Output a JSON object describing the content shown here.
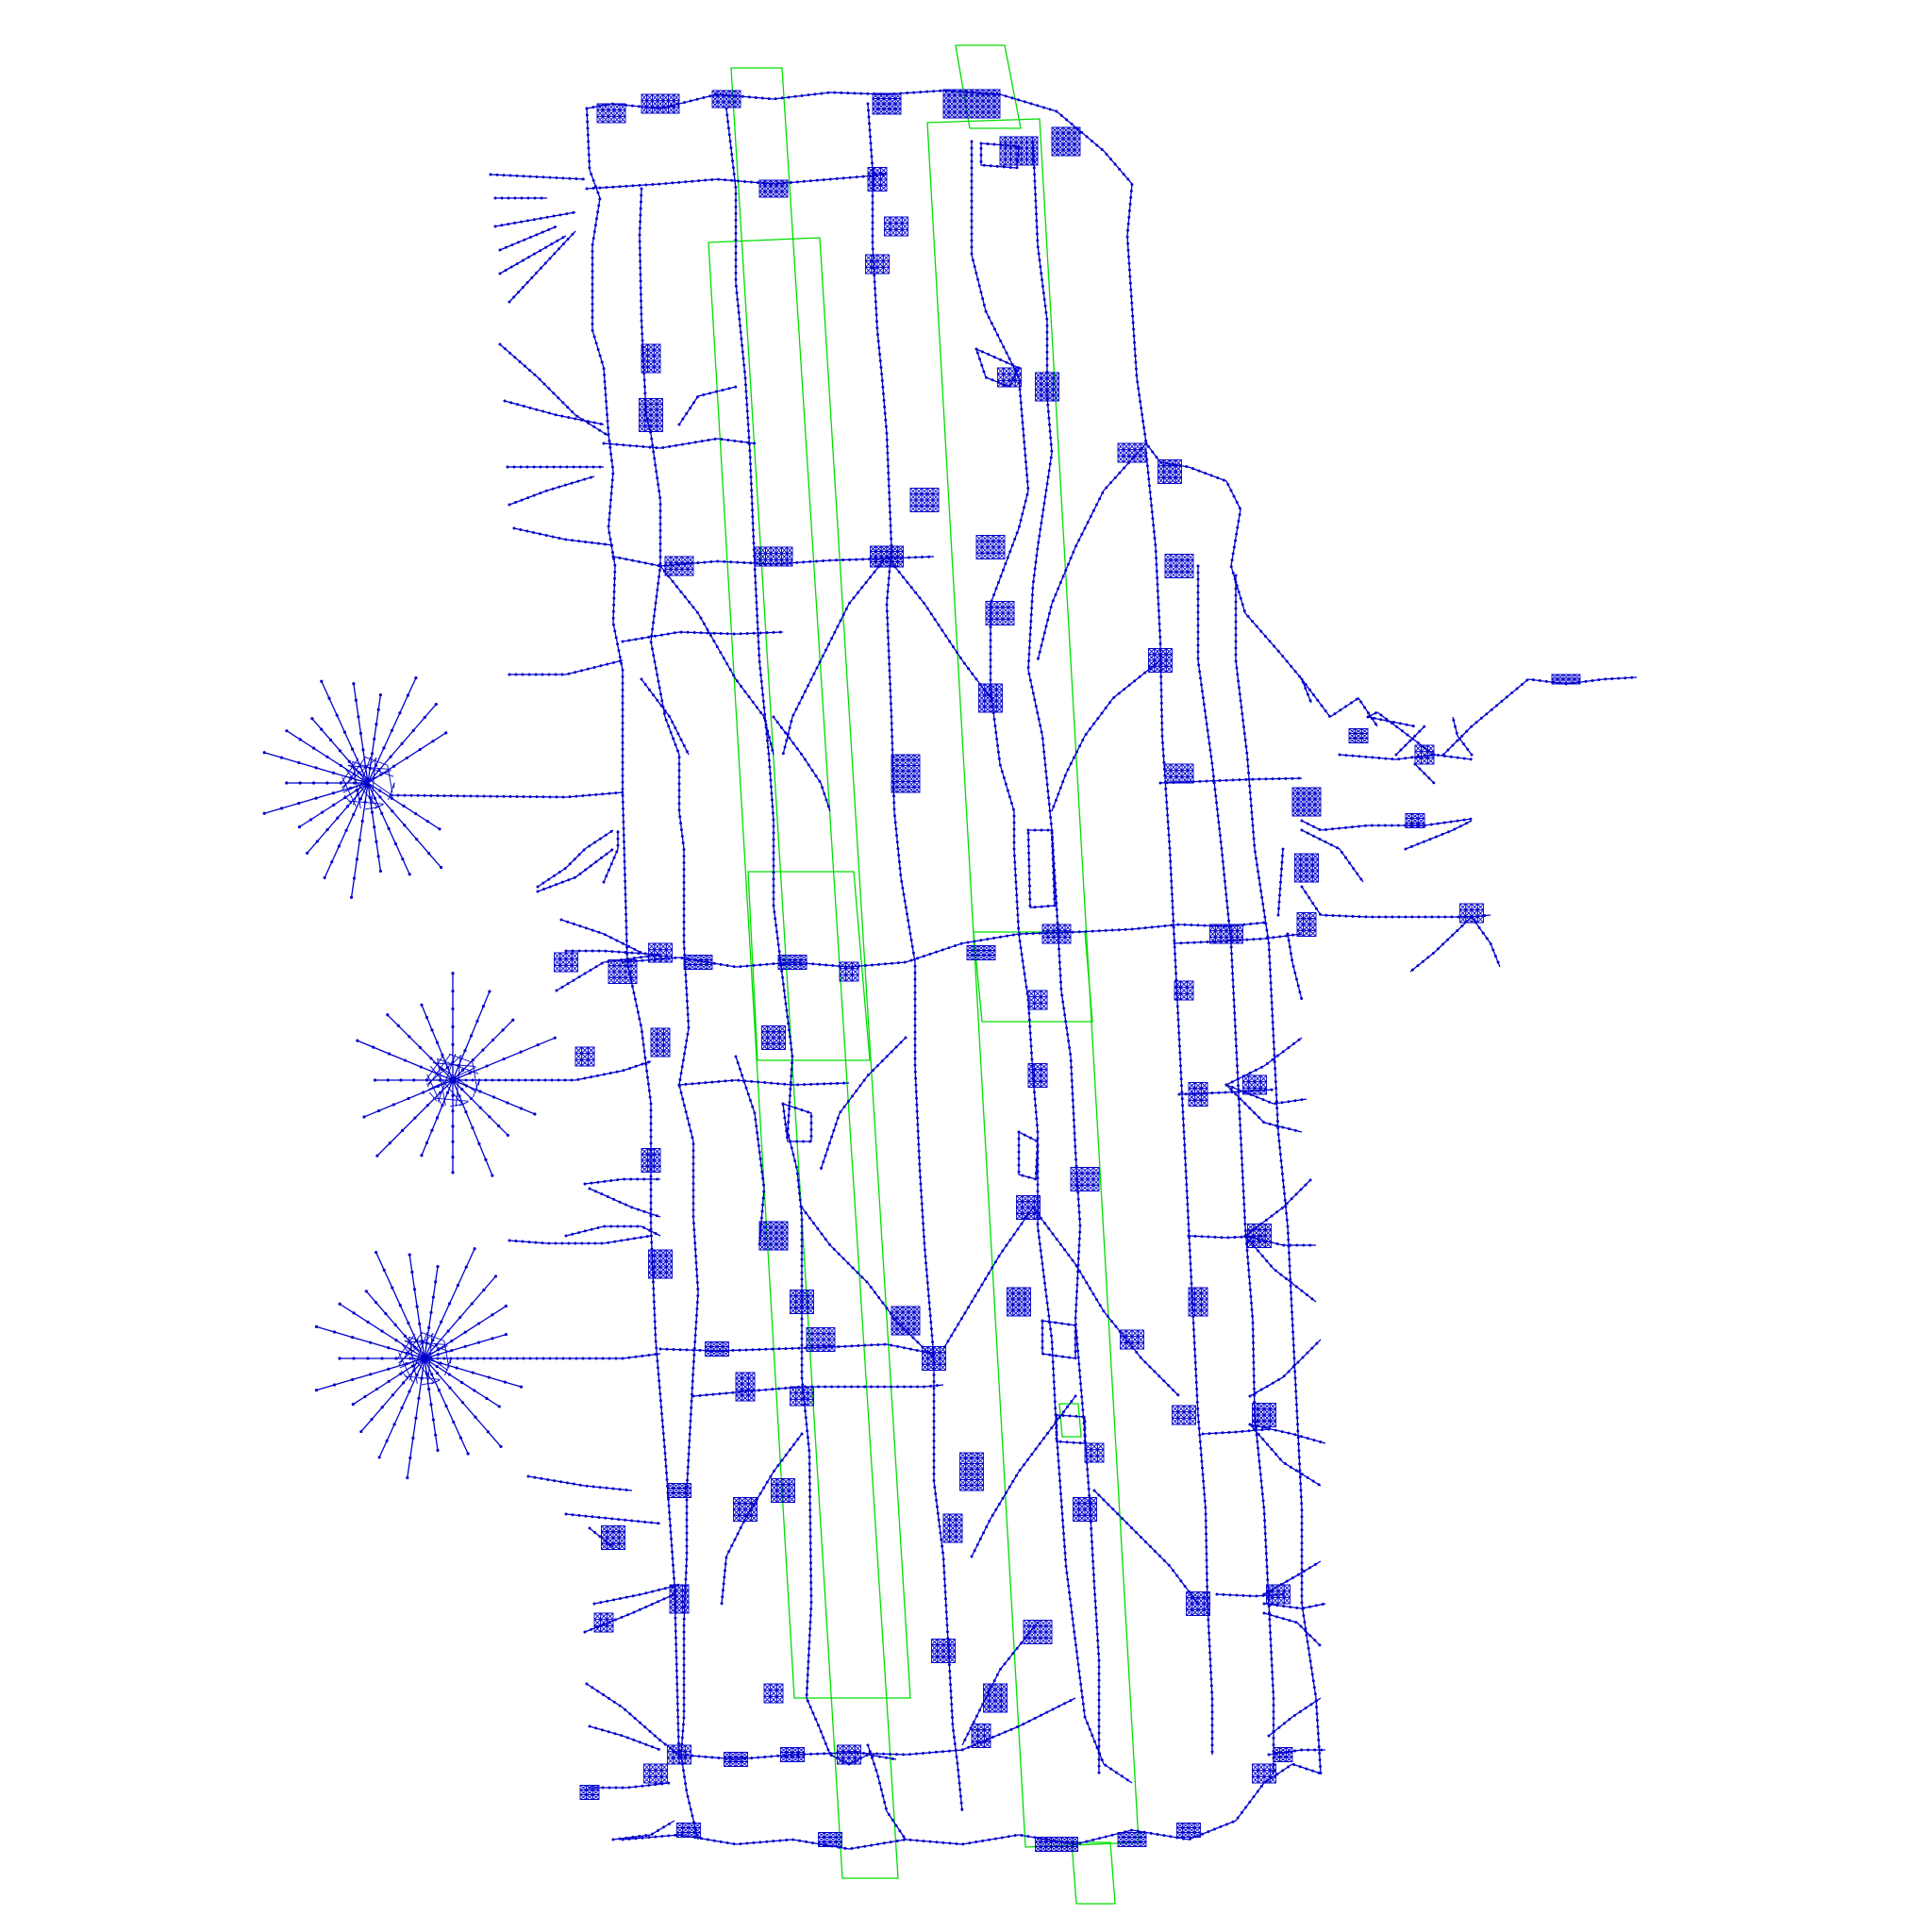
{
  "colors": {
    "background": "#ffffff",
    "graph_edges": "#0000cc",
    "zone_boxes": "#00dd00"
  },
  "description_semantics": {
    "figure": "roadmap-graph",
    "edge_icon": "graph-edge-line",
    "node_icon": "graph-node-dot",
    "zone_icon": "green-rectangle-outline"
  }
}
